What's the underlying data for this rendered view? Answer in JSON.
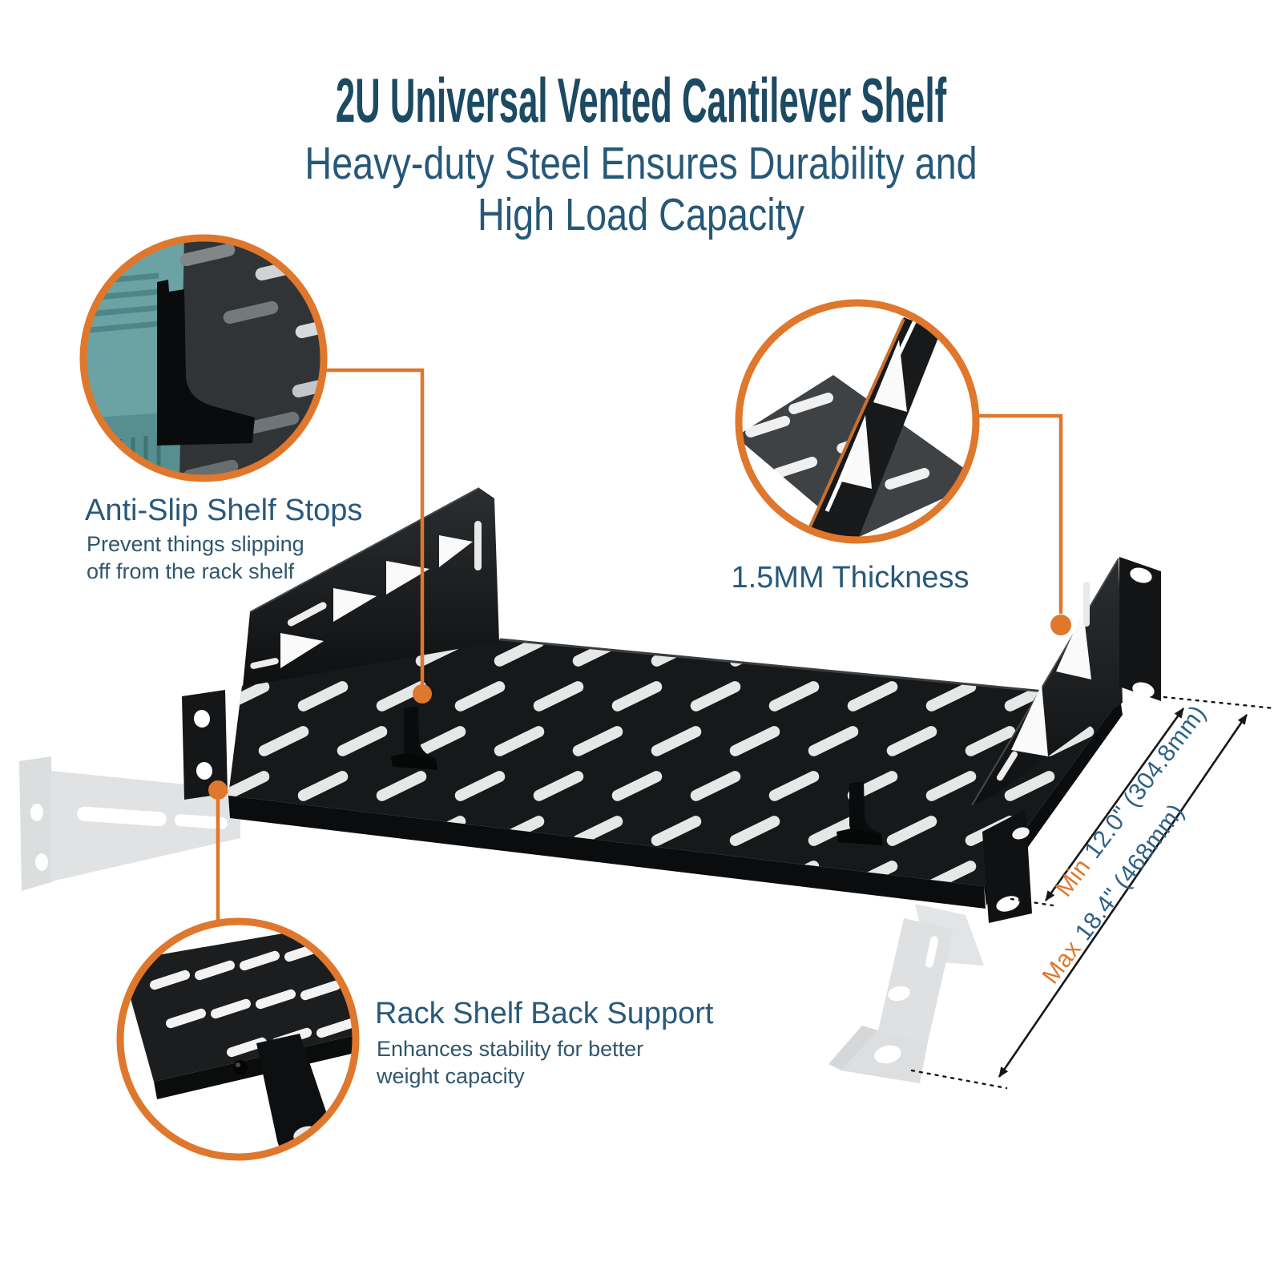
{
  "header": {
    "title": "2U Universal Vented Cantilever Shelf",
    "subtitle_line1": "Heavy-duty Steel Ensures Durability and",
    "subtitle_line2": "High Load Capacity"
  },
  "callouts": {
    "anti_slip": {
      "heading": "Anti-Slip Shelf Stops",
      "body_line1": "Prevent things slipping",
      "body_line2": "off from the rack shelf"
    },
    "thickness": {
      "heading": "1.5MM Thickness"
    },
    "back_support": {
      "heading": "Rack Shelf Back Support",
      "body_line1": "Enhances stability for better",
      "body_line2": "weight capacity"
    }
  },
  "dimensions": {
    "min": {
      "prefix": "Min",
      "value": "12.0\" (304.8mm)"
    },
    "max": {
      "prefix": "Max",
      "value": "18.4\" (468mm)"
    }
  },
  "colors": {
    "accent_orange": "#E0772B",
    "title_blue": "#1C4A63",
    "subtitle_blue": "#265878",
    "body_blue": "#2F566C",
    "dimension_blue": "#2D6286",
    "shelf_black": "#141517",
    "ghost_gray": "#D2D5D6"
  }
}
